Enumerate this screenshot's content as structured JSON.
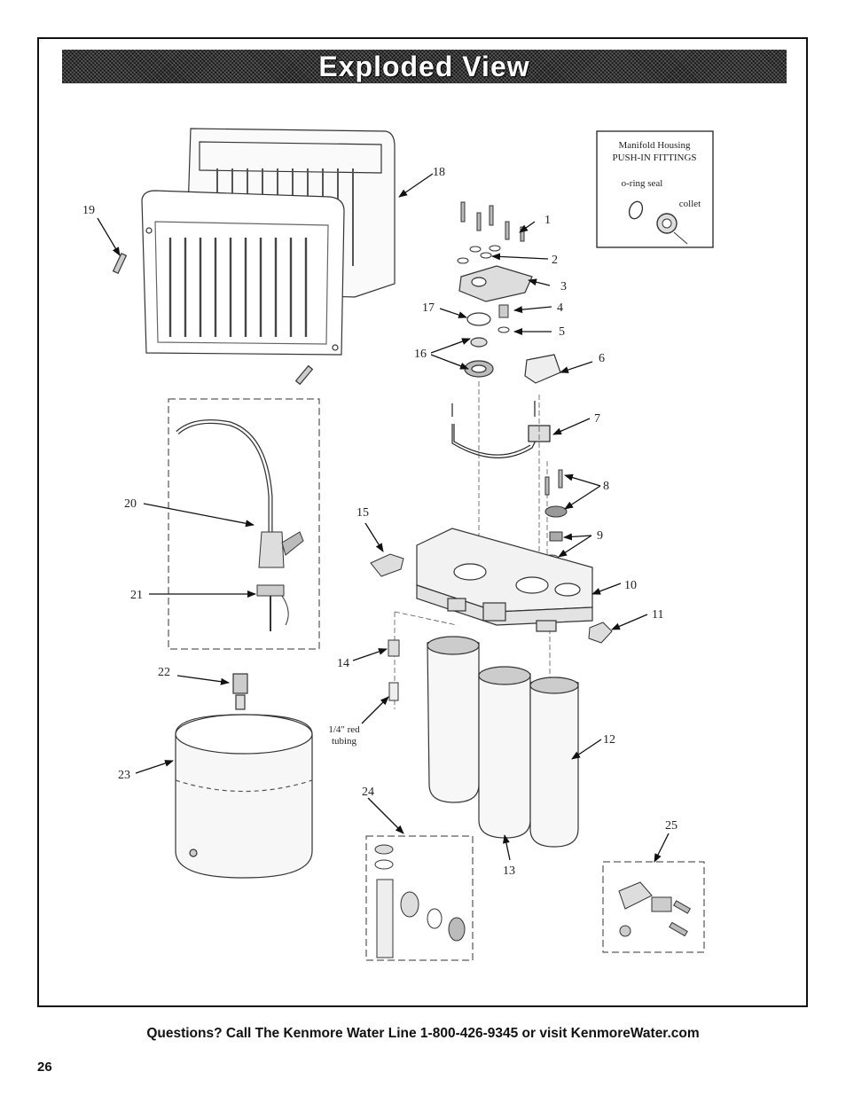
{
  "header": {
    "title": "Exploded View"
  },
  "legend_box": {
    "line1": "Manifold Housing",
    "line2": "PUSH-IN FITTINGS",
    "oring": "o-ring seal",
    "collet": "collet"
  },
  "callouts": {
    "c1": "1",
    "c2": "2",
    "c3": "3",
    "c4": "4",
    "c5": "5",
    "c6": "6",
    "c7": "7",
    "c8": "8",
    "c9": "9",
    "c10": "10",
    "c11": "11",
    "c12": "12",
    "c13": "13",
    "c14": "14",
    "c15": "15",
    "c16": "16",
    "c17": "17",
    "c18": "18",
    "c19": "19",
    "c20": "20",
    "c21": "21",
    "c22": "22",
    "c23": "23",
    "c24": "24",
    "c25": "25"
  },
  "tubing_label": {
    "line1": "1/4\" red",
    "line2": "tubing"
  },
  "footer": {
    "text": "Questions? Call The Kenmore Water Line 1-800-426-9345 or visit KenmoreWater.com"
  },
  "page_number": "26"
}
